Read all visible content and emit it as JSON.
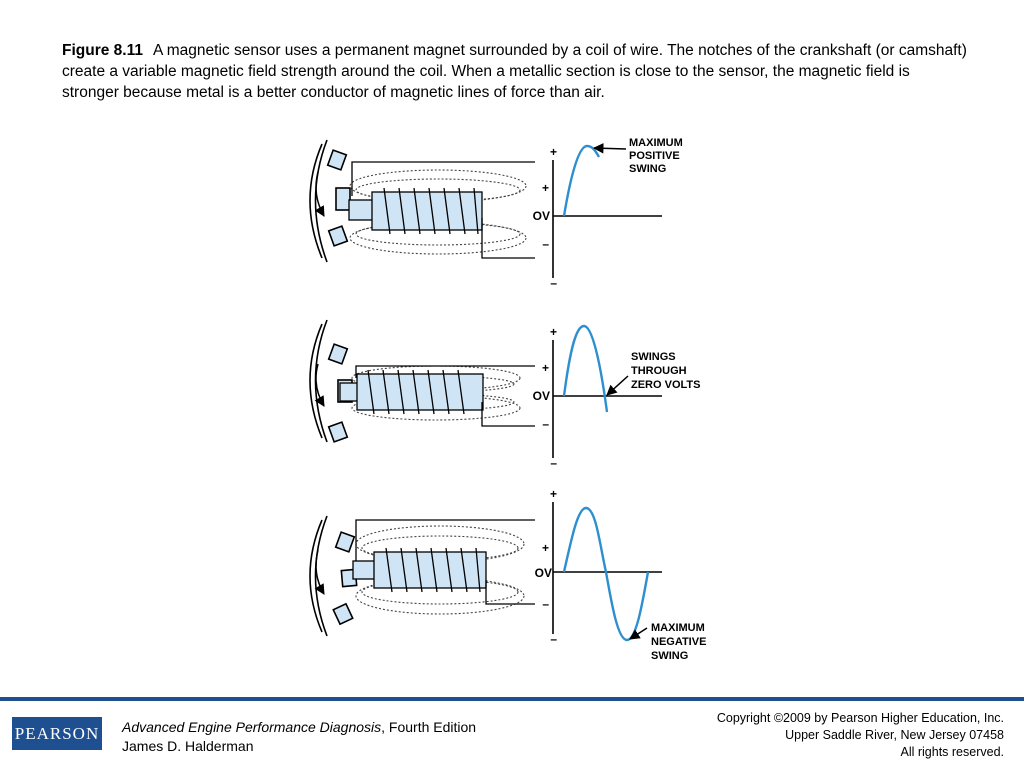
{
  "caption": {
    "label": "Figure 8.11",
    "text": "A magnetic sensor uses a permanent magnet surrounded by a coil of wire. The notches of the crankshaft (or camshaft) create a variable magnetic field strength around the coil. When a metallic section is close to the sensor, the magnetic field is stronger because metal is a better conductor of magnetic lines of force than air."
  },
  "panels": [
    {
      "axis": {
        "top": "+",
        "upper": "+",
        "zero": "OV",
        "lower": "–",
        "bottom": "–"
      },
      "callout": [
        "MAXIMUM",
        "POSITIVE",
        "SWING"
      ]
    },
    {
      "axis": {
        "top": "+",
        "upper": "+",
        "zero": "OV",
        "lower": "–",
        "bottom": "–"
      },
      "callout": [
        "SWINGS",
        "THROUGH",
        "ZERO VOLTS"
      ]
    },
    {
      "axis": {
        "top": "+",
        "upper": "+",
        "zero": "OV",
        "lower": "–",
        "bottom": "–"
      },
      "callout": [
        "MAXIMUM",
        "NEGATIVE",
        "SWING"
      ]
    }
  ],
  "footer": {
    "logo": "PEARSON",
    "book_title": "Advanced Engine Performance Diagnosis",
    "edition": ", Fourth Edition",
    "author": "James D. Halderman",
    "copyright_line1": "Copyright ©2009 by Pearson Higher Education, Inc.",
    "copyright_line2": "Upper Saddle River, New Jersey 07458",
    "copyright_line3": "All rights reserved."
  },
  "colors": {
    "coil_fill": "#cfe4f4",
    "wave": "#2e8fd0",
    "brand": "#1d4f91"
  }
}
